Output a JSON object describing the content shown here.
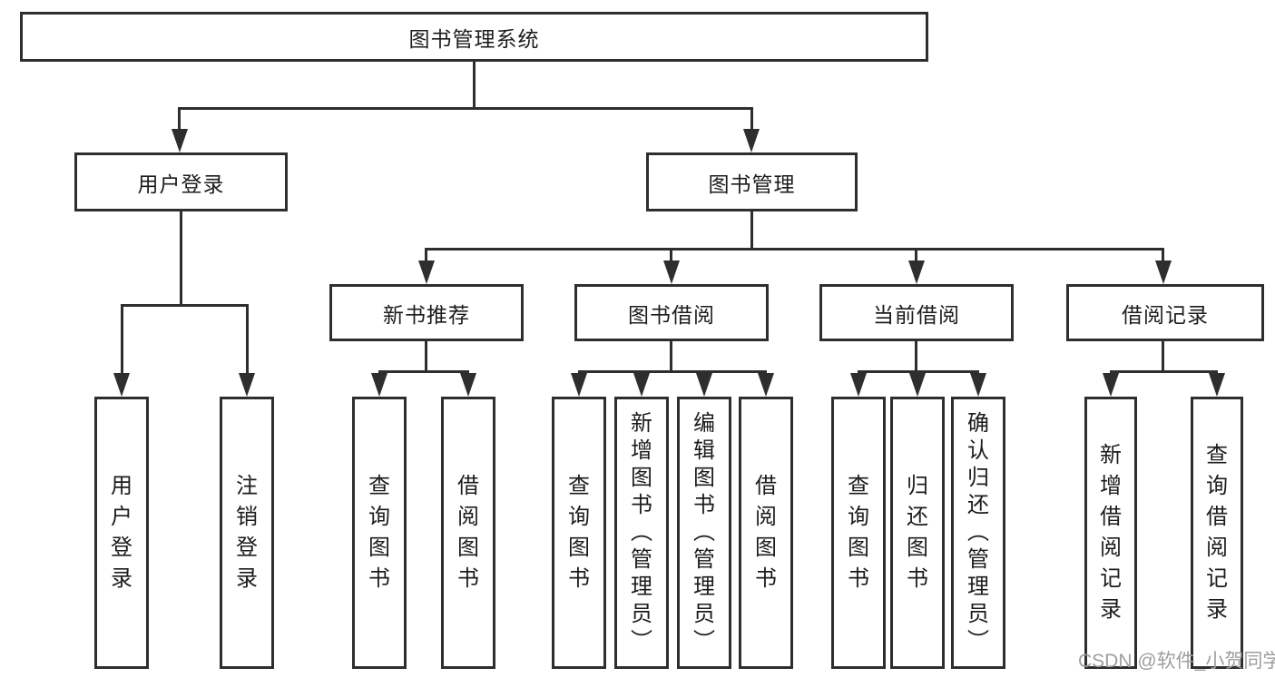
{
  "tree": {
    "label": "图书管理系统",
    "children": [
      {
        "label": "用户登录",
        "children": [
          {
            "label": "用户登录"
          },
          {
            "label": "注销登录"
          }
        ]
      },
      {
        "label": "图书管理",
        "children": [
          {
            "label": "新书推荐",
            "children": [
              {
                "label": "查询图书"
              },
              {
                "label": "借阅图书"
              }
            ]
          },
          {
            "label": "图书借阅",
            "children": [
              {
                "label": "查询图书"
              },
              {
                "label": "新增图书（管理员）"
              },
              {
                "label": "编辑图书（管理员）"
              },
              {
                "label": "借阅图书"
              }
            ]
          },
          {
            "label": "当前借阅",
            "children": [
              {
                "label": "查询图书"
              },
              {
                "label": "归还图书"
              },
              {
                "label": "确认归还（管理员）"
              }
            ]
          },
          {
            "label": "借阅记录",
            "children": [
              {
                "label": "新增借阅记录"
              },
              {
                "label": "查询借阅记录"
              }
            ]
          }
        ]
      }
    ]
  },
  "watermark": {
    "text": "CSDN @软件_小贺同学",
    "color": "#9e9e9e"
  },
  "colors": {
    "line": "#2e2e2e",
    "border": "#2e2e2e",
    "background": "#ffffff",
    "text": "#1c1c1c"
  }
}
